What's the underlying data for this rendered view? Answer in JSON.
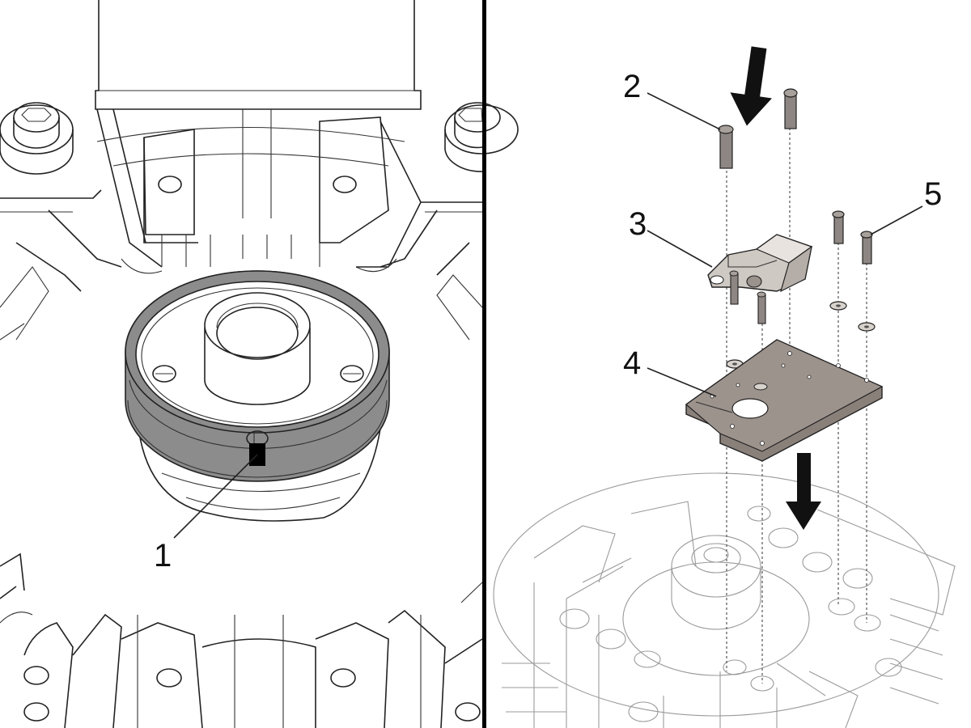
{
  "figure": {
    "left_panel": {
      "callouts": [
        {
          "id": "c1",
          "label": "1"
        }
      ]
    },
    "right_panel": {
      "callouts": [
        {
          "id": "c2",
          "label": "2"
        },
        {
          "id": "c3",
          "label": "3"
        },
        {
          "id": "c4",
          "label": "4"
        },
        {
          "id": "c5",
          "label": "5"
        }
      ]
    },
    "colors": {
      "line": "#222222",
      "ring": "#8c8c8c",
      "plate": "#8a807a",
      "bracket": "#cfc9c3",
      "arrow": "#111111",
      "divider": "#000000"
    }
  }
}
